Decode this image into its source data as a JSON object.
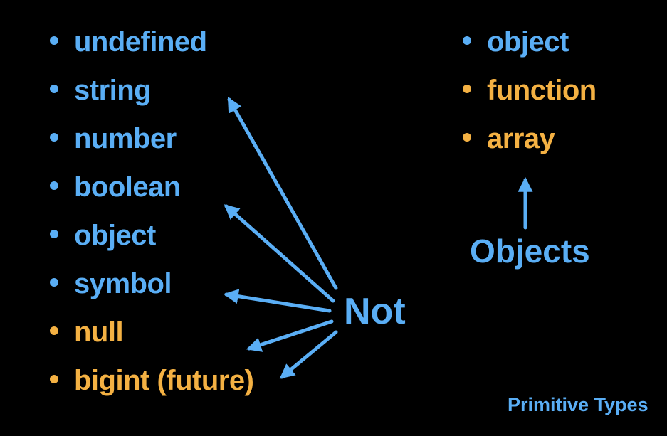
{
  "left_list": [
    {
      "text": "undefined",
      "color": "#5aaef5"
    },
    {
      "text": "string",
      "color": "#5aaef5"
    },
    {
      "text": "number",
      "color": "#5aaef5"
    },
    {
      "text": "boolean",
      "color": "#5aaef5"
    },
    {
      "text": "object",
      "color": "#5aaef5"
    },
    {
      "text": "symbol",
      "color": "#5aaef5"
    },
    {
      "text": "null",
      "color": "#f4b143"
    },
    {
      "text": "bigint (future)",
      "color": "#f4b143"
    }
  ],
  "right_list": [
    {
      "text": "object",
      "color": "#5aaef5"
    },
    {
      "text": "function",
      "color": "#f4b143"
    },
    {
      "text": "array",
      "color": "#f4b143"
    }
  ],
  "not_label": "Not",
  "objects_label": "Objects",
  "caption": "Primitive Types",
  "colors": {
    "background": "#000000",
    "blue": "#5aaef5",
    "orange": "#f4b143"
  }
}
